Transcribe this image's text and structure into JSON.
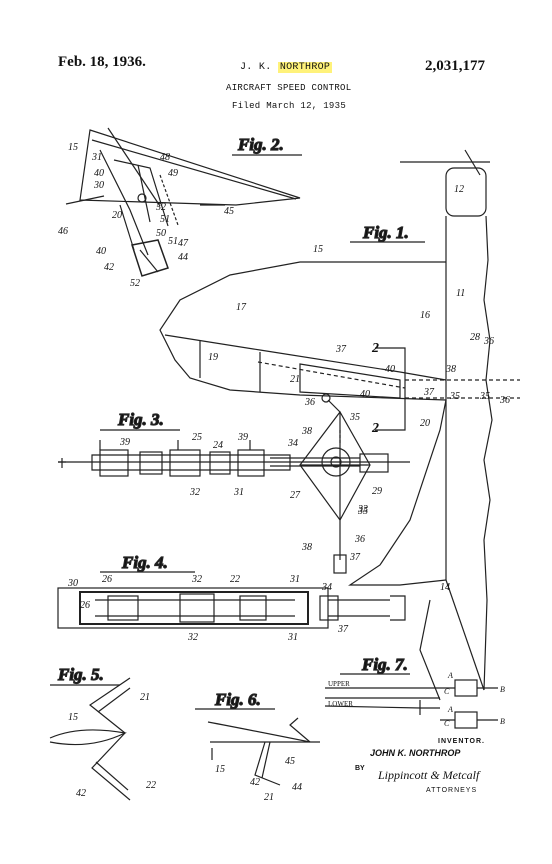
{
  "header": {
    "date": "Feb. 18, 1936.",
    "inventor_short": "J. K.",
    "inventor_highlight": "NORTHROP",
    "patent_number": "2,031,177",
    "title": "AIRCRAFT SPEED CONTROL",
    "filed": "Filed March 12, 1935"
  },
  "figures": {
    "fig1": "Fig. 1.",
    "fig2": "Fig. 2.",
    "fig3": "Fig. 3.",
    "fig4": "Fig. 4.",
    "fig5": "Fig. 5.",
    "fig6": "Fig. 6.",
    "fig7": "Fig. 7."
  },
  "fig1_labels": {
    "propeller": "12",
    "fuselage_top": "15",
    "wing": "17",
    "fuselage": "11",
    "body16": "16",
    "aileron": "19",
    "flap21": "21",
    "l37": "37",
    "l40": "40",
    "l40b": "40",
    "l2a": "2",
    "l2b": "2",
    "l20": "20",
    "l36": "36",
    "l38": "38",
    "l35": "35",
    "l34": "34",
    "l27": "27",
    "l29": "29",
    "l14": "14",
    "l33": "33",
    "l28": "28",
    "l36b": "36",
    "l38b": "38",
    "l37b": "37",
    "l35b": "35",
    "l35c": "35",
    "l36c": "36"
  },
  "fig2_labels": {
    "l15": "15",
    "l31": "31",
    "l40": "40",
    "l30": "30",
    "l48": "48",
    "l49": "49",
    "l45": "45",
    "l46": "46",
    "l20": "20",
    "l52": "52",
    "l51": "51",
    "l50": "50",
    "l47": "47",
    "l44": "44",
    "l40b": "40",
    "l42": "42",
    "l52b": "52",
    "l51b": "51"
  },
  "fig3_labels": {
    "l39": "39",
    "l25": "25",
    "l24": "24",
    "l39b": "39",
    "l32": "32",
    "l31": "31"
  },
  "fig4_labels": {
    "l30": "30",
    "l26": "26",
    "l32": "32",
    "l22": "22",
    "l31": "31",
    "l26b": "26",
    "l32b": "32",
    "l31b": "31"
  },
  "fig5_labels": {
    "l15": "15",
    "l21": "21",
    "l42": "42",
    "l22": "22"
  },
  "fig6_labels": {
    "l15": "15",
    "l45": "45",
    "l42": "42",
    "l44": "44",
    "l21": "21"
  },
  "fig7_labels": {
    "upper": "UPPER",
    "lower": "LOWER",
    "a1": "A",
    "b1": "B",
    "c1": "C",
    "a2": "A",
    "b2": "B",
    "c2": "C"
  },
  "signature": {
    "inventor_caption": "INVENTOR.",
    "inventor_name": "JOHN K. NORTHROP",
    "by": "BY",
    "firm": "Lippincott & Metcalf",
    "attorneys": "ATTORNEYS"
  }
}
